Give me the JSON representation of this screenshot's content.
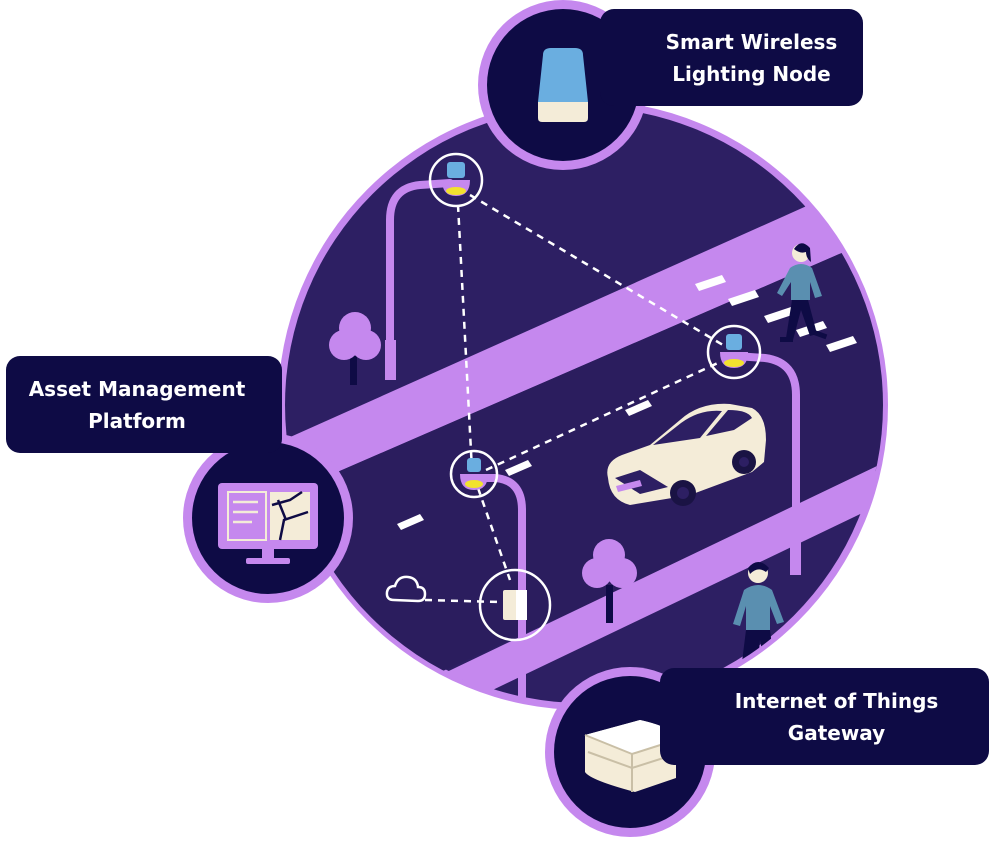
{
  "labels": {
    "smart_wireless_lighting_node": {
      "line1": "Smart Wireless",
      "line2": "Lighting Node"
    },
    "asset_management_platform": {
      "line1": "Asset Management",
      "line2": "Platform"
    },
    "internet_of_things_gateway": {
      "line1": "Internet of Things",
      "line2": "Gateway"
    }
  },
  "icons": {
    "lighting_node": "lighting-node-icon",
    "monitor": "monitor-icon",
    "gateway_box": "gateway-box-icon",
    "cloud": "cloud-icon",
    "car": "car-icon",
    "pedestrian": "pedestrian-icon",
    "tree": "tree-icon",
    "street_lamp": "street-lamp-icon"
  },
  "colors": {
    "navy": "#0e0b45",
    "scene_purple": "#2d1f63",
    "lilac": "#c588ee",
    "light_blue": "#6aaee0",
    "yellow": "#f2e22e",
    "cream": "#f4ecd8",
    "white": "#ffffff"
  }
}
